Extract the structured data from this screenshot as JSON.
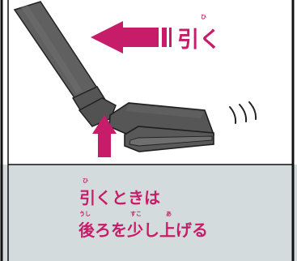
{
  "colors": {
    "border": "#111111",
    "top_bg": "#ffffff",
    "bottom_bg": "#d4dbdc",
    "accent": "#c71c69",
    "vacuum_dark": "#4f4f4f",
    "vacuum_mid": "#656565",
    "vacuum_light": "#8a8a8a"
  },
  "icons": {
    "pull_arrow": "left-arrow-icon",
    "lift_arrow": "up-arrow-icon",
    "motion_lines": "motion-lines-icon"
  },
  "labels": {
    "pull": {
      "text": "引く",
      "ruby": "ひ"
    },
    "instruction": {
      "line1": "引くときは",
      "line1_ruby": "ひ",
      "line2": "後ろを少し上げる",
      "line2_ruby_1": "うし",
      "line2_ruby_2": "すこ",
      "line2_ruby_3": "あ"
    }
  }
}
